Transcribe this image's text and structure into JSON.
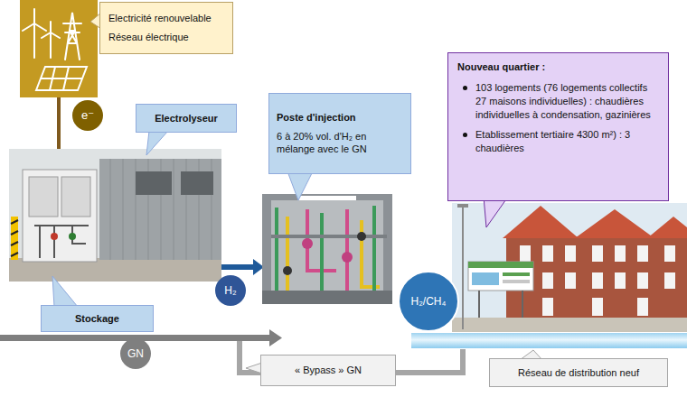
{
  "diagram": {
    "nodes": [
      {
        "text": [
          "Electricité renouvelable",
          "Réseau électrique"
        ]
      },
      {
        "text": [
          "e⁻"
        ]
      },
      {
        "text": [
          "Electrolyseur"
        ]
      },
      {
        "text": [
          "Stockage"
        ]
      },
      {
        "text": [
          "H₂"
        ]
      },
      {
        "text": [
          "Poste d'injection",
          "6 à 20% vol. d'H₂ en mélange avec le GN"
        ]
      },
      {
        "text": [
          "H₂/CH₄"
        ]
      },
      {
        "text": [
          "GN"
        ]
      },
      {
        "text": [
          "« Bypass » GN"
        ]
      },
      {
        "text": [
          "Nouveau quartier :",
          "103 logements (76 logements collectifs 27 maisons individuelles) : chaudières individuelles à condensation, gazinières",
          "Etablissement tertiaire 4300 m²) : 3 chaudières"
        ]
      },
      {
        "text": [
          "Réseau de distribution neuf"
        ]
      }
    ]
  }
}
